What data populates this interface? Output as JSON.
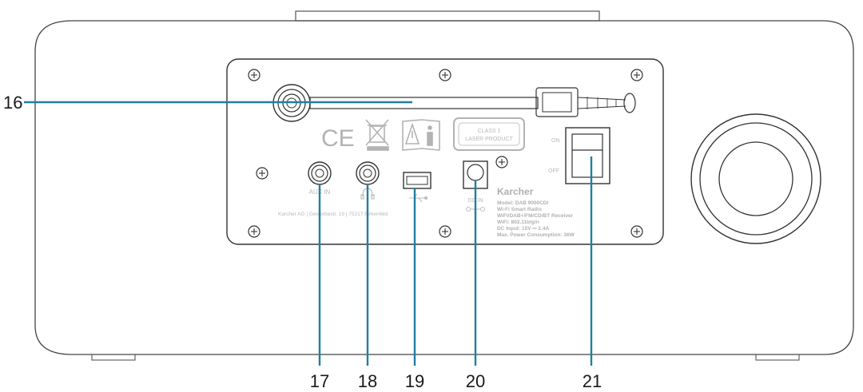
{
  "panel": {
    "laser_label_line1": "CLASS 1",
    "laser_label_line2": "LASER PRODUCT",
    "aux_label": "AUX IN",
    "dc_label": "DC IN",
    "switch_on": "ON",
    "switch_off": "OFF",
    "brand": "Karcher",
    "address": "Karcher AG | Gewerbestr. 19 | 75217 Birkenfeld",
    "spec_lines": [
      "Model: DAB 9000CDI",
      "Wi-Fi Smart Radio",
      "WiFi/DAB+/FM/CD/BT Receiver",
      "WiFi: 802.11b/g/n",
      "DC Input: 15V ⎓ 2.4A",
      "Max. Power Consumption: 36W"
    ]
  },
  "callouts": {
    "c16": "16",
    "c17": "17",
    "c18": "18",
    "c19": "19",
    "c20": "20",
    "c21": "21"
  },
  "colors": {
    "leader": "#1f7fa3",
    "outline": "#3a3a3a",
    "print": "#b8b8b8"
  }
}
